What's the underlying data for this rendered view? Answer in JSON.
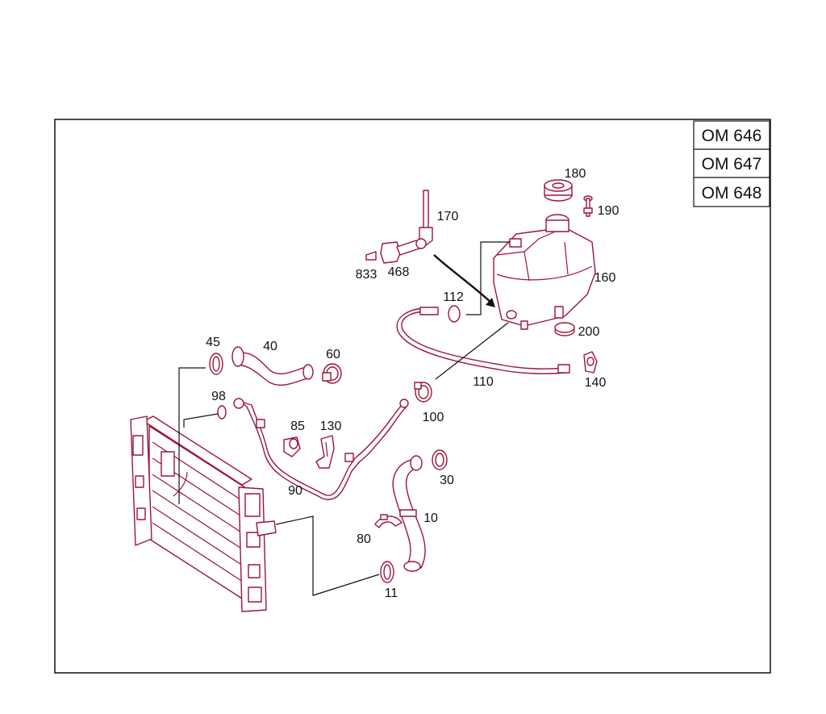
{
  "engine_codes": [
    "OM 646",
    "OM 647",
    "OM 648"
  ],
  "callouts": {
    "n10": "10",
    "n11": "11",
    "n30": "30",
    "n40": "40",
    "n45": "45",
    "n60": "60",
    "n80": "80",
    "n85": "85",
    "n90": "90",
    "n98": "98",
    "n100": "100",
    "n110": "110",
    "n112": "112",
    "n130": "130",
    "n140": "140",
    "n160": "160",
    "n170": "170",
    "n180": "180",
    "n190": "190",
    "n200": "200",
    "n468": "468",
    "n833": "833"
  },
  "colors": {
    "part_outline": "#9a1538",
    "frame": "#111111",
    "background": "#ffffff"
  }
}
